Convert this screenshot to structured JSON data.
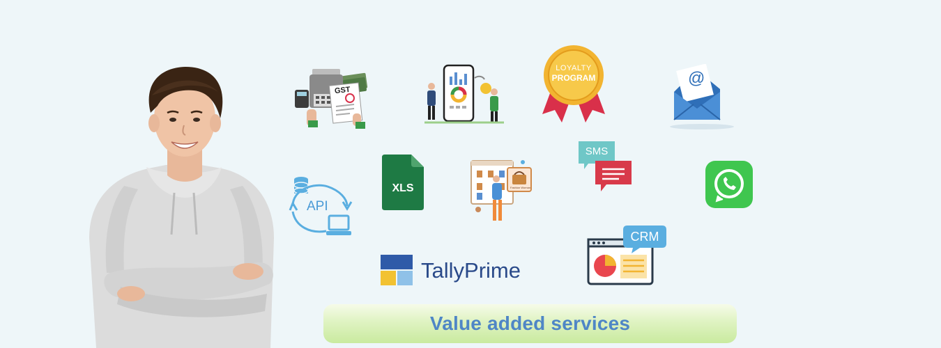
{
  "icons": {
    "gst_label": "GST",
    "loyalty_line1": "LOYALTY",
    "loyalty_line2": "PROGRAM",
    "email_symbol": "@",
    "xls_label": "XLS",
    "sms_label": "SMS",
    "api_label": "API",
    "crm_label": "CRM",
    "fashion_label": "Fashion Woman"
  },
  "brand": {
    "tally_name": "TallyPrime"
  },
  "banner": {
    "text": "Value added services"
  },
  "colors": {
    "background": "#eef6f9",
    "banner_text": "#4f86c6",
    "xls_green": "#1e7a44",
    "whatsapp_green": "#3fc64f",
    "loyalty_gold": "#f2b431",
    "loyalty_red": "#d9304a",
    "sms_teal": "#6fc7c7",
    "sms_red": "#d83a4a",
    "crm_blue": "#5aaee0",
    "tally_dark_blue": "#2f5aa8",
    "tally_light_blue": "#8fc1e8",
    "tally_yellow": "#f2c232"
  }
}
